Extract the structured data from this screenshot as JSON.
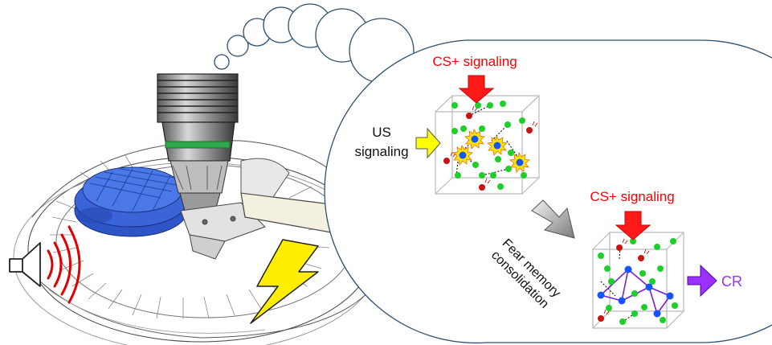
{
  "labels": {
    "cs_signaling_top": "CS+ signaling",
    "us_signaling_line1": "US",
    "us_signaling_line2": "signaling",
    "cs_signaling_bottom": "CS+ signaling",
    "consolidation_line1": "Fear memory",
    "consolidation_line2": "consolidation",
    "cr": "CR"
  },
  "colors": {
    "cs_text": "#ff0000",
    "cr_text": "#9b30ff",
    "neuron_green": "#1ecf2a",
    "neuron_red": "#cc1111",
    "neuron_blue": "#1455ff",
    "us_arrow": "#ffff00",
    "cs_arrow": "#ff1a1a",
    "cr_arrow": "#9b30ff",
    "bubble_stroke": "#2f4f6f",
    "dish_blue": "#3a64d8",
    "bolt_yellow": "#ffee00",
    "sound_red": "#e00000"
  },
  "icons": [
    "speaker-icon",
    "sound-wave-icon",
    "lightning-bolt-icon",
    "microscope-objective-icon",
    "petri-dish-icon"
  ]
}
